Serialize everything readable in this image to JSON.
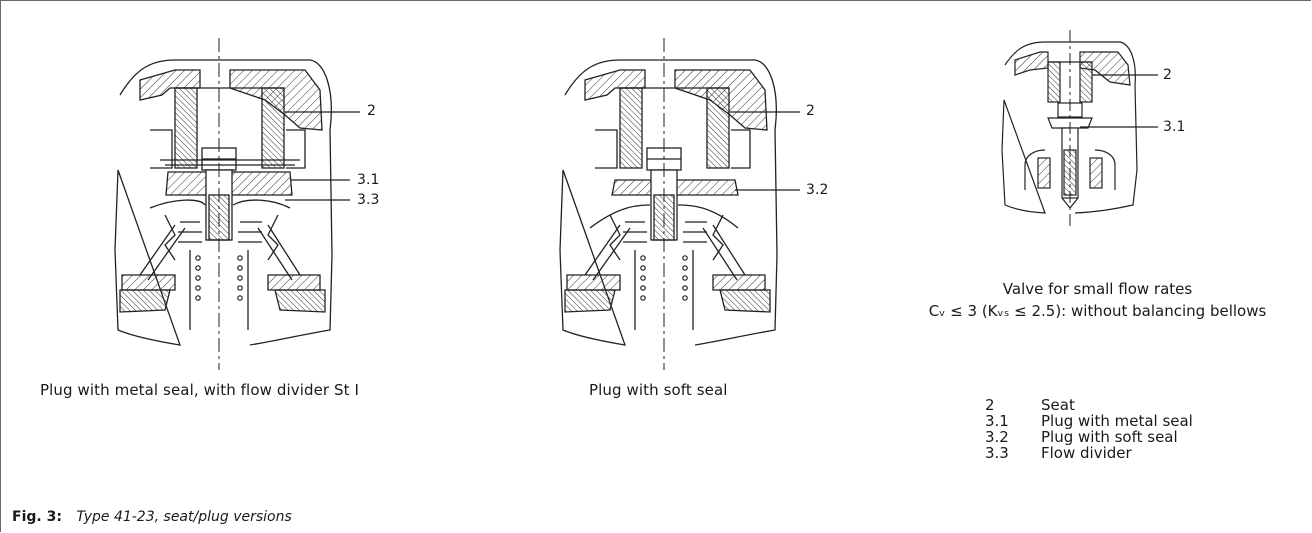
{
  "figure": {
    "number_label": "Fig. 3:",
    "caption": "Type 41-23, seat/plug versions"
  },
  "views": [
    {
      "caption": "Plug with metal seal, with flow divider St I",
      "callouts": [
        "2",
        "3.1",
        "3.3"
      ]
    },
    {
      "caption": "Plug with soft seal",
      "callouts": [
        "2",
        "3.2"
      ]
    },
    {
      "caption_line1": "Valve for small flow rates",
      "caption_line2": "Cᵥ ≤ 3 (Kᵥₛ ≤ 2.5): without balancing bellows",
      "callouts": [
        "2",
        "3.1"
      ]
    }
  ],
  "legend": [
    {
      "key": "2",
      "label": "Seat"
    },
    {
      "key": "3.1",
      "label": "Plug with metal seal"
    },
    {
      "key": "3.2",
      "label": "Plug with soft seal"
    },
    {
      "key": "3.3",
      "label": "Flow divider"
    }
  ]
}
